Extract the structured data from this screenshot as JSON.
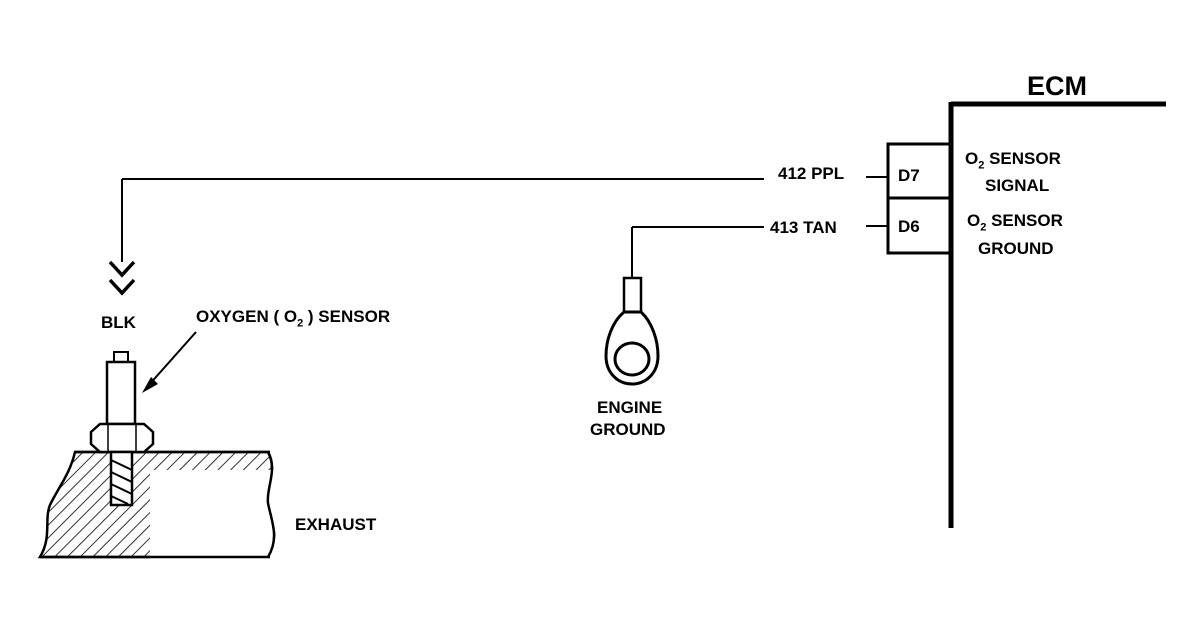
{
  "ecm": {
    "title": "ECM",
    "pins": [
      {
        "pin": "D7",
        "circuit": "412 PPL",
        "fn_prefix": "O",
        "fn_sub": "2",
        "fn_line1": " SENSOR",
        "fn_line2": "SIGNAL"
      },
      {
        "pin": "D6",
        "circuit": "413 TAN",
        "fn_prefix": "O",
        "fn_sub": "2",
        "fn_line1": " SENSOR",
        "fn_line2": "GROUND"
      }
    ]
  },
  "sensor": {
    "connector_color": "BLK",
    "label_pre": "OXYGEN ( O",
    "label_sub": "2",
    "label_post": " ) SENSOR"
  },
  "engine_ground": {
    "line1": "ENGINE",
    "line2": "GROUND"
  },
  "exhaust": {
    "label": "EXHAUST"
  }
}
